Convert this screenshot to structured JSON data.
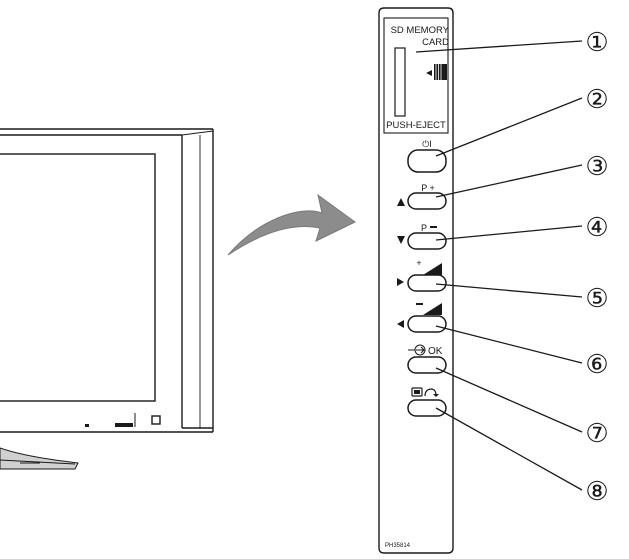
{
  "panel": {
    "sd_label_line1": "SD MEMORY",
    "sd_label_line2": "CARD",
    "eject_label": "PUSH-EJECT",
    "code": "PH35814",
    "power_symbol": "⏻I",
    "p_plus_label": "P +",
    "p_minus_label": "P",
    "ok_label": "OK"
  },
  "callouts": [
    "①",
    "②",
    "③",
    "④",
    "⑤",
    "⑥",
    "⑦",
    "⑧"
  ],
  "colors": {
    "line": "#1a1a1a",
    "arrow_fill": "#8c8c8c",
    "stand_fill": "#d0d0d0"
  },
  "icons": [
    "tv-outline",
    "curved-arrow",
    "sd-card-insert-icon",
    "power-icon",
    "up-triangle-icon",
    "down-triangle-icon",
    "right-triangle-icon",
    "left-triangle-icon",
    "volume-up-icon",
    "volume-down-icon",
    "input-icon",
    "teletext-icon"
  ]
}
